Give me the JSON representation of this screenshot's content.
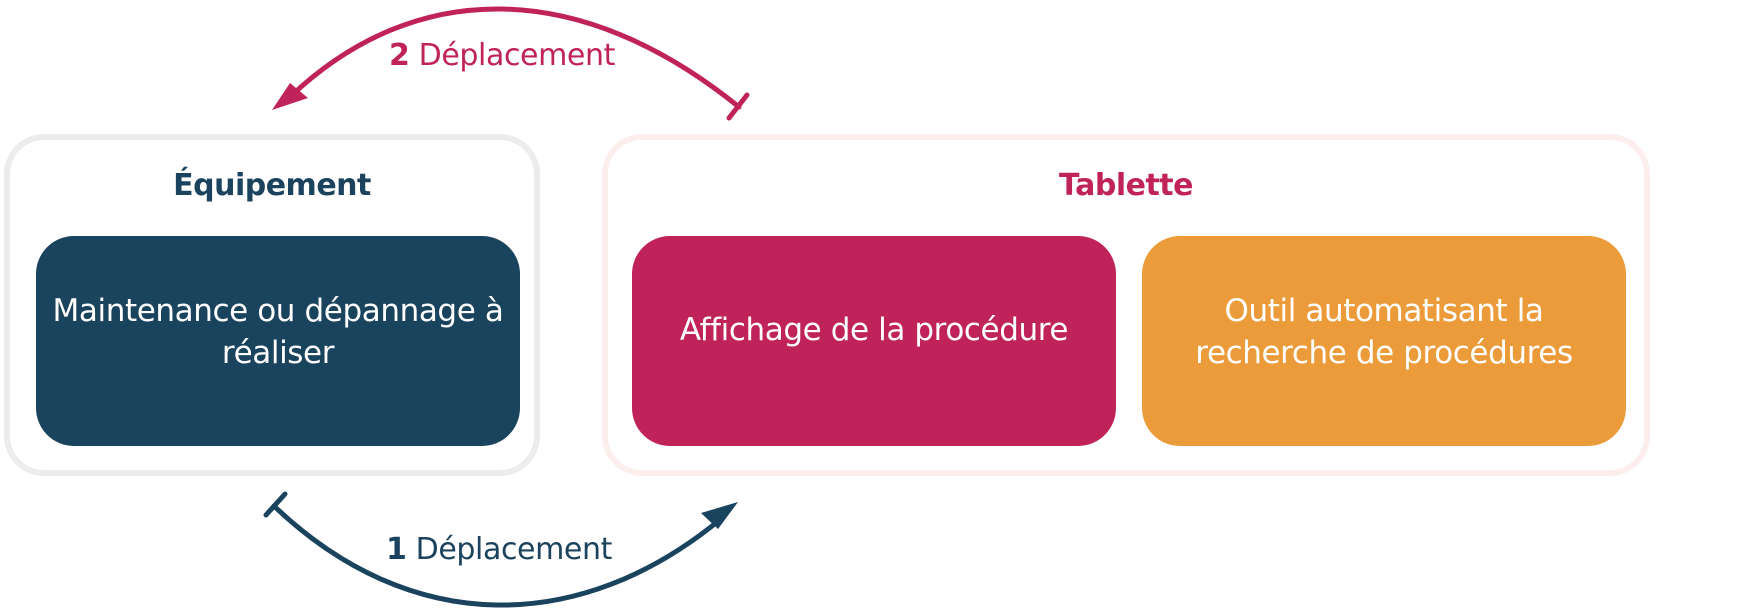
{
  "groups": {
    "equipement": {
      "title": "Équipement",
      "card_text": "Maintenance ou dépannage à réaliser"
    },
    "tablette": {
      "title": "Tablette",
      "cards": [
        {
          "text": "Affichage de la procédure"
        },
        {
          "text": "Outil automatisant la recherche de procédures"
        }
      ]
    }
  },
  "arrows": {
    "top": {
      "number": "2",
      "text": "Déplacement"
    },
    "bottom": {
      "number": "1",
      "text": "Déplacement"
    }
  },
  "colors": {
    "navy": "#1a435d",
    "magenta": "#c0235a",
    "orange": "#ec9b3a",
    "grey_border": "#ececec",
    "pink_border": "#fdeeee"
  }
}
